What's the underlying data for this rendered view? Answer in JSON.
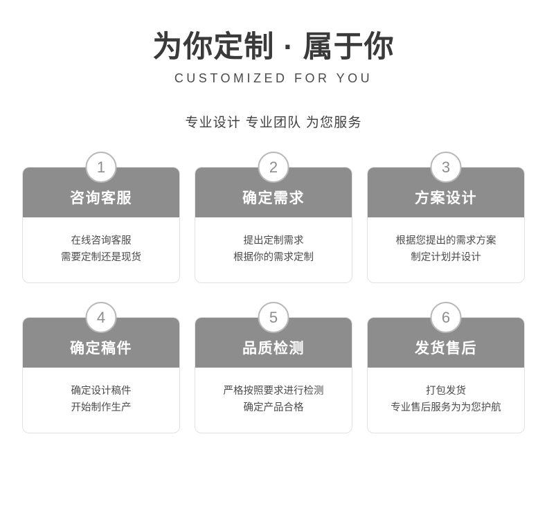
{
  "header": {
    "title_cn": "为你定制 · 属于你",
    "title_en": "CUSTOMIZED FOR YOU",
    "subtitle": "专业设计 专业团队 为您服务"
  },
  "steps": [
    {
      "number": "1",
      "heading": "咨询客服",
      "line1": "在线咨询客服",
      "line2": "需要定制还是现货"
    },
    {
      "number": "2",
      "heading": "确定需求",
      "line1": "提出定制需求",
      "line2": "根据你的需求定制"
    },
    {
      "number": "3",
      "heading": "方案设计",
      "line1": "根据您提出的需求方案",
      "line2": "制定计划并设计"
    },
    {
      "number": "4",
      "heading": "确定稿件",
      "line1": "确定设计稿件",
      "line2": "开始制作生产"
    },
    {
      "number": "5",
      "heading": "品质检测",
      "line1": "严格按照要求进行检测",
      "line2": "确定产品合格"
    },
    {
      "number": "6",
      "heading": "发货售后",
      "line1": "打包发货",
      "line2": "专业售后服务为为您护航"
    }
  ],
  "colors": {
    "head_bg": "#8d8d8d",
    "badge_border": "#b8b8b8",
    "text": "#3c3c3c"
  }
}
